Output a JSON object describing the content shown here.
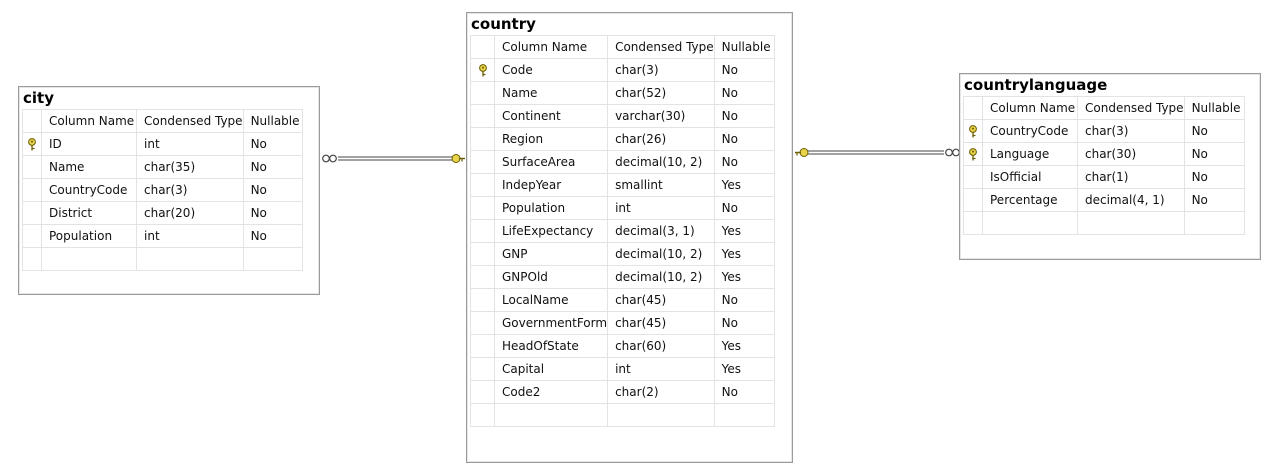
{
  "headers": {
    "name": "Column Name",
    "type": "Condensed Type",
    "nullable": "Nullable"
  },
  "tables": {
    "city": {
      "title": "city",
      "rows": [
        {
          "key": true,
          "name": "ID",
          "type": "int",
          "nullable": "No"
        },
        {
          "key": false,
          "name": "Name",
          "type": "char(35)",
          "nullable": "No"
        },
        {
          "key": false,
          "name": "CountryCode",
          "type": "char(3)",
          "nullable": "No"
        },
        {
          "key": false,
          "name": "District",
          "type": "char(20)",
          "nullable": "No"
        },
        {
          "key": false,
          "name": "Population",
          "type": "int",
          "nullable": "No"
        }
      ]
    },
    "country": {
      "title": "country",
      "rows": [
        {
          "key": true,
          "name": "Code",
          "type": "char(3)",
          "nullable": "No"
        },
        {
          "key": false,
          "name": "Name",
          "type": "char(52)",
          "nullable": "No"
        },
        {
          "key": false,
          "name": "Continent",
          "type": "varchar(30)",
          "nullable": "No"
        },
        {
          "key": false,
          "name": "Region",
          "type": "char(26)",
          "nullable": "No"
        },
        {
          "key": false,
          "name": "SurfaceArea",
          "type": "decimal(10, 2)",
          "nullable": "No"
        },
        {
          "key": false,
          "name": "IndepYear",
          "type": "smallint",
          "nullable": "Yes"
        },
        {
          "key": false,
          "name": "Population",
          "type": "int",
          "nullable": "No"
        },
        {
          "key": false,
          "name": "LifeExpectancy",
          "type": "decimal(3, 1)",
          "nullable": "Yes"
        },
        {
          "key": false,
          "name": "GNP",
          "type": "decimal(10, 2)",
          "nullable": "Yes"
        },
        {
          "key": false,
          "name": "GNPOld",
          "type": "decimal(10, 2)",
          "nullable": "Yes"
        },
        {
          "key": false,
          "name": "LocalName",
          "type": "char(45)",
          "nullable": "No"
        },
        {
          "key": false,
          "name": "GovernmentForm",
          "type": "char(45)",
          "nullable": "No"
        },
        {
          "key": false,
          "name": "HeadOfState",
          "type": "char(60)",
          "nullable": "Yes"
        },
        {
          "key": false,
          "name": "Capital",
          "type": "int",
          "nullable": "Yes"
        },
        {
          "key": false,
          "name": "Code2",
          "type": "char(2)",
          "nullable": "No"
        }
      ]
    },
    "countrylanguage": {
      "title": "countrylanguage",
      "rows": [
        {
          "key": true,
          "name": "CountryCode",
          "type": "char(3)",
          "nullable": "No"
        },
        {
          "key": true,
          "name": "Language",
          "type": "char(30)",
          "nullable": "No"
        },
        {
          "key": false,
          "name": "IsOfficial",
          "type": "char(1)",
          "nullable": "No"
        },
        {
          "key": false,
          "name": "Percentage",
          "type": "decimal(4, 1)",
          "nullable": "No"
        }
      ]
    }
  },
  "colors": {
    "key": "#e8d44a",
    "line": "#6b6b6b",
    "border": "#9a9a9a",
    "grid": "#e3e3e3"
  }
}
